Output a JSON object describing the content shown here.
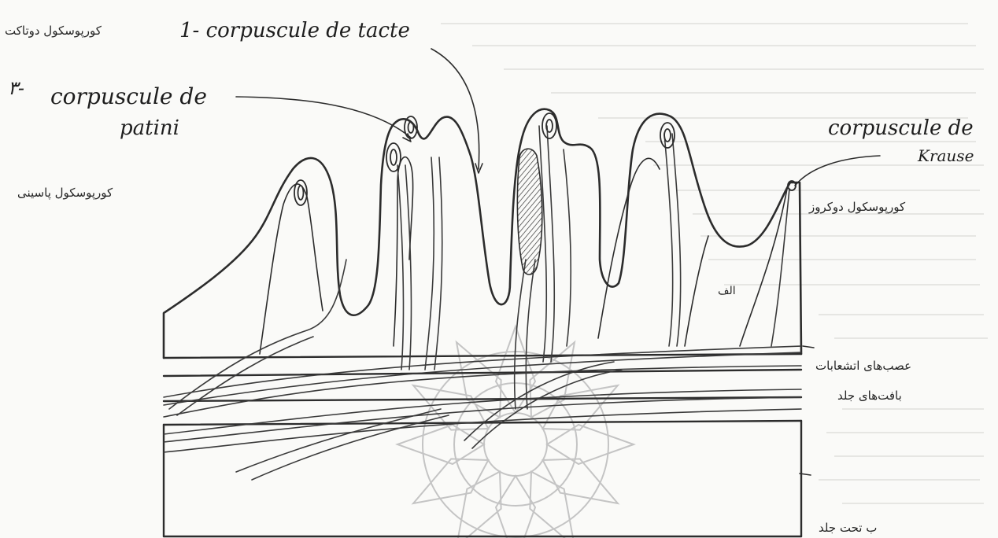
{
  "labels": {
    "tactile": "1- corpuscule de tacte",
    "tactile_ar": "کورپوسکول دوتاکت",
    "pacini_num": "۳-",
    "pacini_line1": "corpuscule de",
    "pacini_line2": "patini",
    "pacini_ar": "کورپوسکول پاسینی",
    "krause_line1": "corpuscule de",
    "krause_line2": "Krause",
    "krause_ar": "کورپوسکول دوکروز",
    "alif": "الف",
    "nerves_line1": "عصب‌های اتشعابات",
    "nerves_line2": "بافت‌های جلد",
    "bottom_ar": "ب‌ تحت جلد"
  },
  "colors": {
    "ink": "#2c2c2c",
    "paper": "#fafaf8",
    "ghost_text": "#d9d9d6",
    "watermark": "#bcbcbc"
  }
}
